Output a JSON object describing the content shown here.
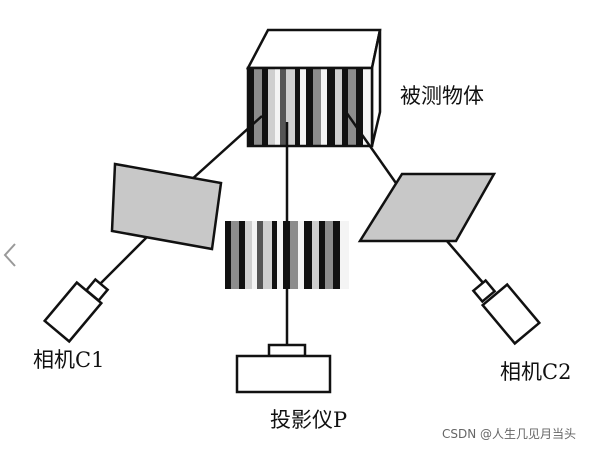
{
  "labels": {
    "object": "被测物体",
    "camera1": "相机C1",
    "camera2": "相机C2",
    "projector": "投影仪P"
  },
  "watermark": "CSDN @人生几见月当头",
  "icons": [
    "chevron-left-icon"
  ],
  "colors": {
    "stroke": "#111111",
    "panel_fill": "#c8c8c8",
    "fringe_black": "#111111",
    "fringe_dark": "#555555",
    "fringe_mid": "#8c8c8c",
    "fringe_light": "#cfcfcf",
    "fringe_white": "#f4f4f4"
  }
}
